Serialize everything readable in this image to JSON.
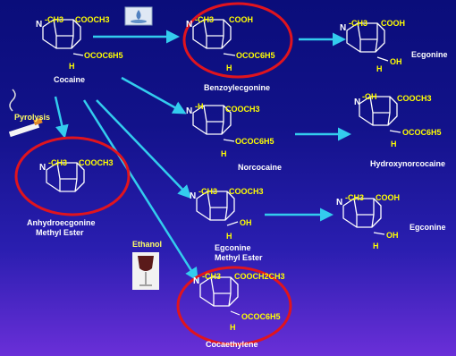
{
  "colors": {
    "background_top": "#0a0d7a",
    "background_bottom": "#6a2fd8",
    "arrow": "#33ccee",
    "highlight_ring": "#e0141e",
    "bond": "#ffffff",
    "group_text": "#ffff00",
    "name_text": "#ffffff"
  },
  "compounds": {
    "cocaine": {
      "name": "Cocaine",
      "n": "N",
      "n_group": "-CH3",
      "top": "COOCH3",
      "side": "OCOC6H5",
      "h": "H"
    },
    "benzoylecgonine": {
      "name": "Benzoylecgonine",
      "n": "N",
      "n_group": "-CH3",
      "top": "COOH",
      "side": "OCOC6H5",
      "h": "H"
    },
    "ecgonine_top": {
      "name": "Ecgonine",
      "n": "N",
      "n_group": "-CH3",
      "top": "COOH",
      "side": "OH",
      "h": "H"
    },
    "norcocaine": {
      "name": "Norcocaine",
      "n": "N",
      "n_group": "-H",
      "top": "COOCH3",
      "side": "OCOC6H5",
      "h": "H"
    },
    "hydroxynorcocaine": {
      "name": "Hydroxynorcocaine",
      "n": "N",
      "n_group": "-OH",
      "top": "COOCH3",
      "side": "OCOC6H5",
      "h": "H"
    },
    "anhydroecgonine": {
      "name_line1": "Anhydroecgonine",
      "name_line2": "Methyl Ester",
      "n": "N",
      "n_group": "-CH3",
      "top": "COOCH3"
    },
    "egme": {
      "name_line1": "Egconine",
      "name_line2": "Methyl Ester",
      "n": "N",
      "n_group": "-CH3",
      "top": "COOCH3",
      "side": "OH",
      "h": "H"
    },
    "ecgonine_bottom": {
      "name": "Egconine",
      "n": "N",
      "n_group": "-CH3",
      "top": "COOH",
      "side": "OH",
      "h": "H"
    },
    "cocaethylene": {
      "name": "Cocaethylene",
      "n": "N",
      "n_group": "-CH3",
      "top": "COOCH2CH3",
      "side": "OCOC6H5",
      "h": "H"
    }
  },
  "conditions": {
    "pyrolysis": "Pyrolysis",
    "ethanol": "Ethanol"
  },
  "highlighted": [
    "Benzoylecgonine",
    "Anhydroecgonine Methyl Ester",
    "Cocaethylene"
  ]
}
